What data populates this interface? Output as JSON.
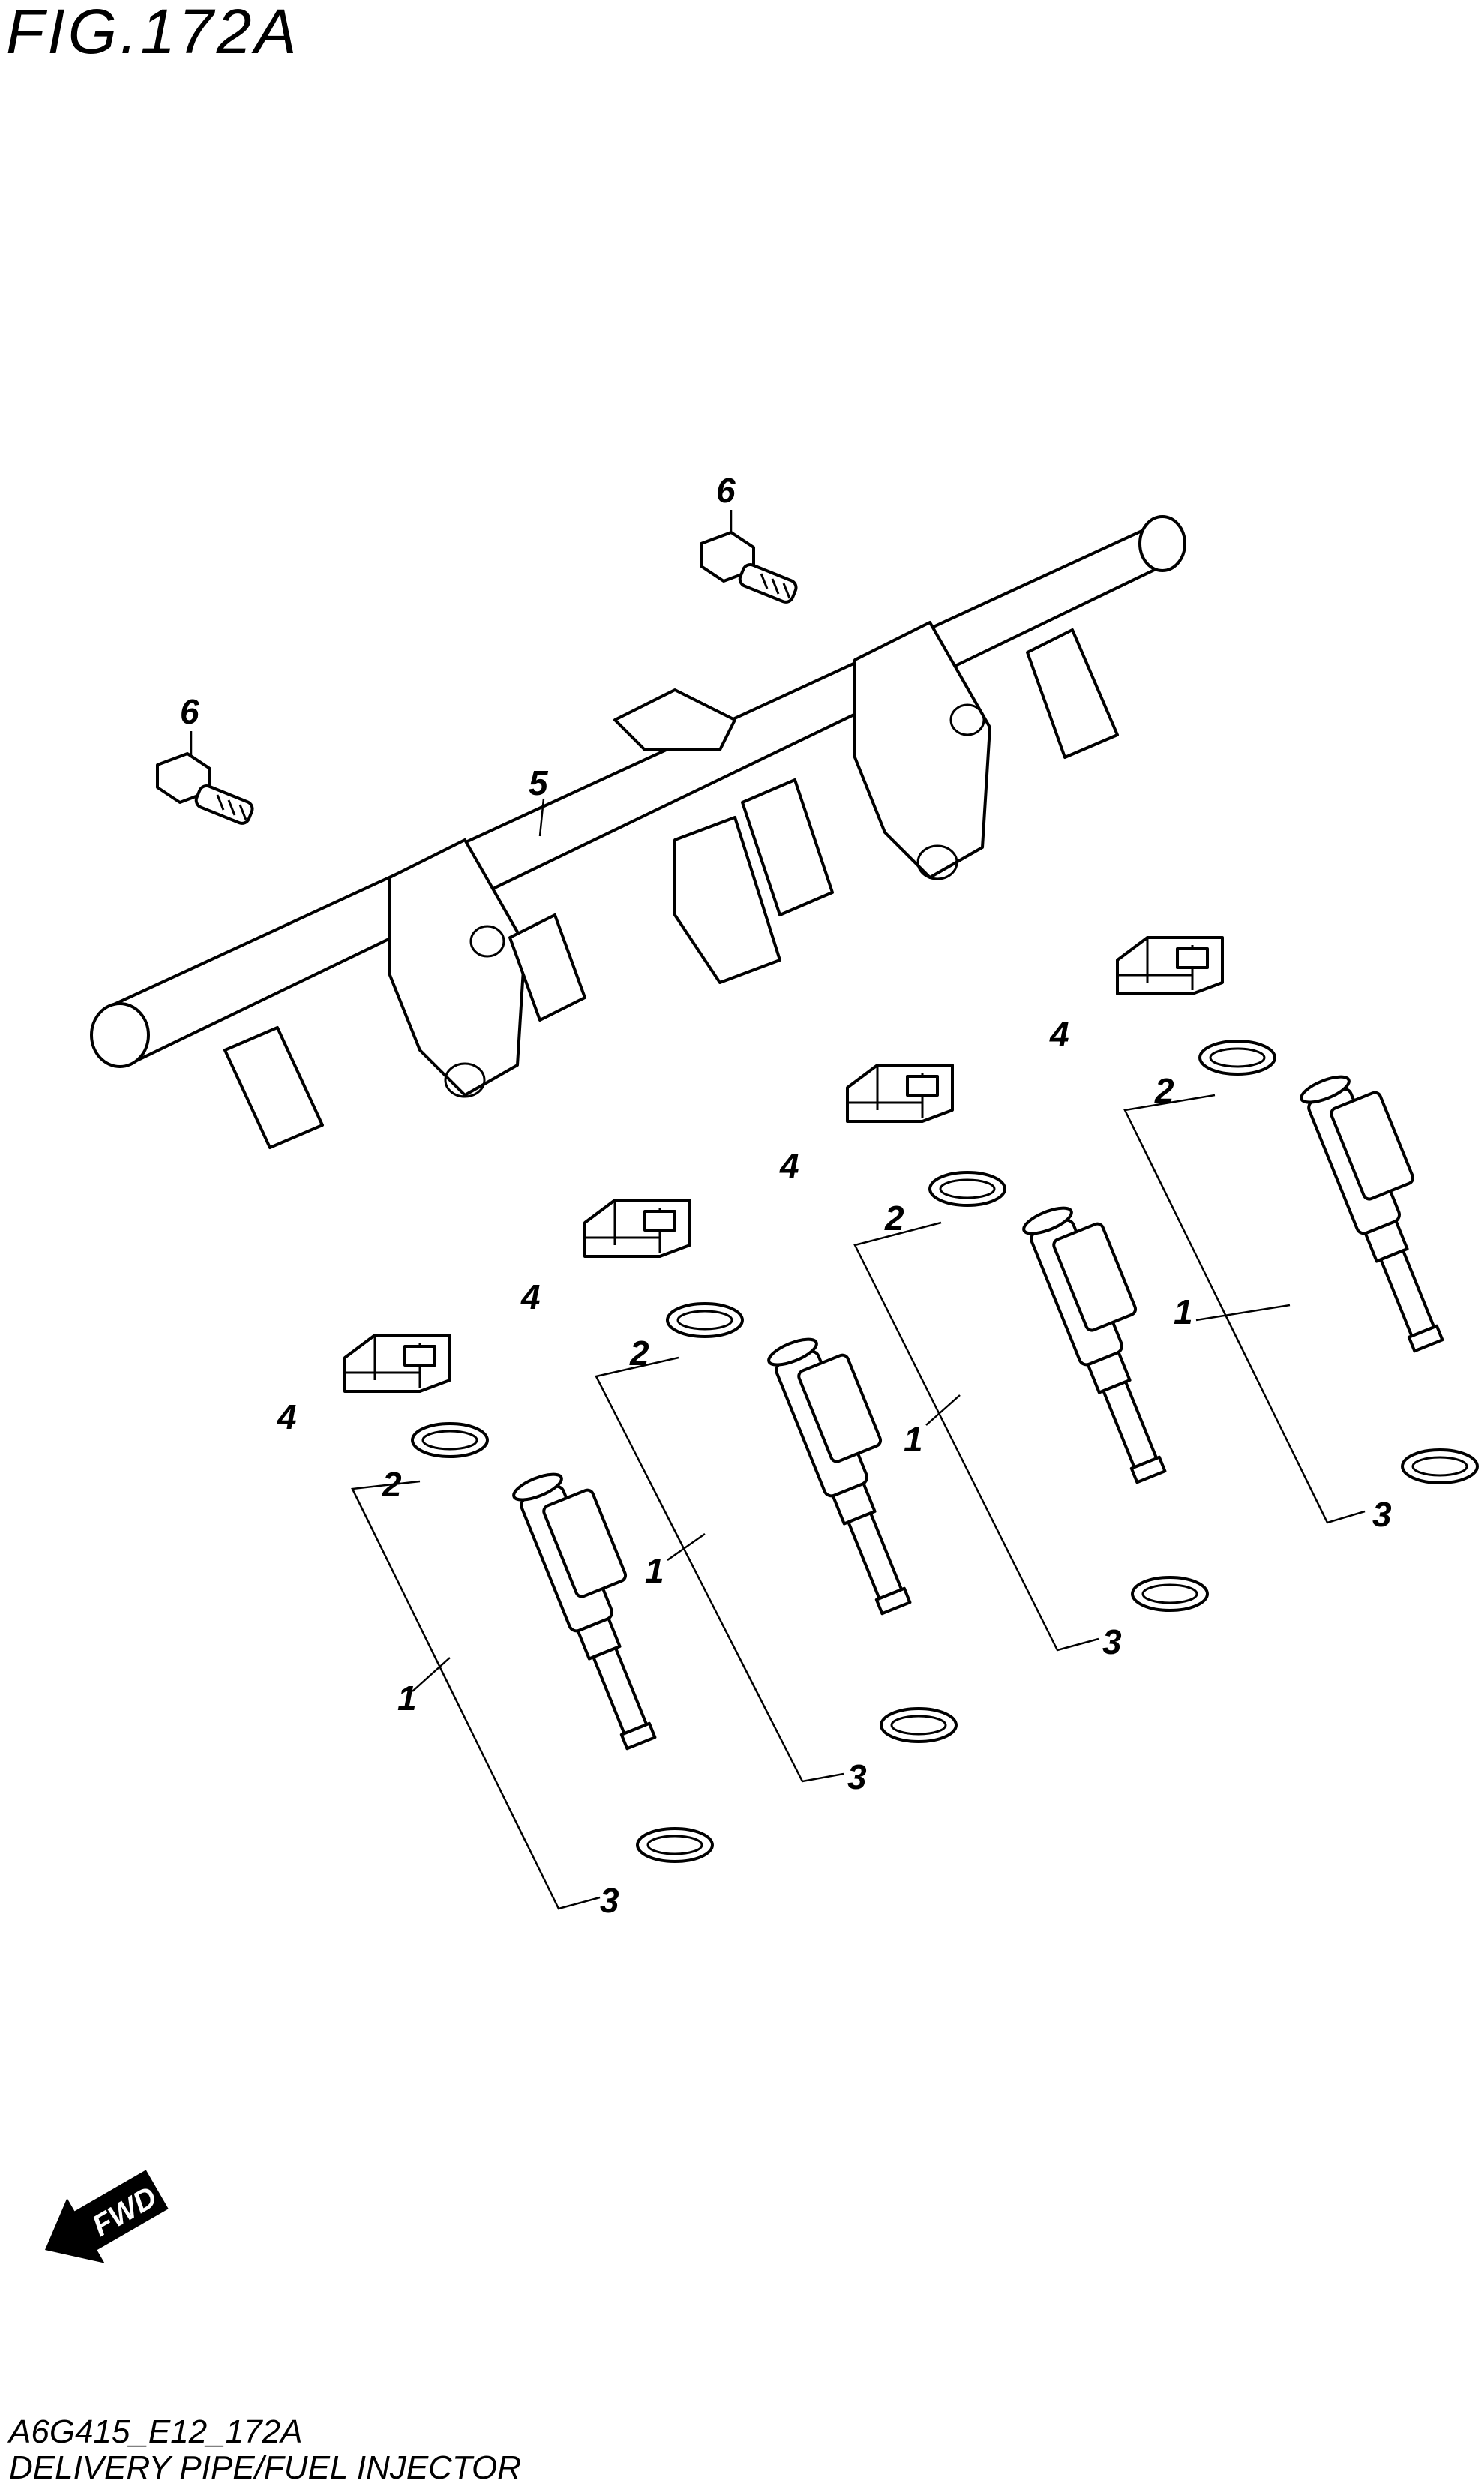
{
  "figure": {
    "title": "FIG.172A",
    "code": "A6G415_E12_172A",
    "name": "DELIVERY PIPE/FUEL INJECTOR"
  },
  "callouts": {
    "injector": "1",
    "upper_oring": "2",
    "lower_oring": "3",
    "clip": "4",
    "delivery_pipe": "5",
    "bolt": "6"
  },
  "fwd_label": "FWD"
}
